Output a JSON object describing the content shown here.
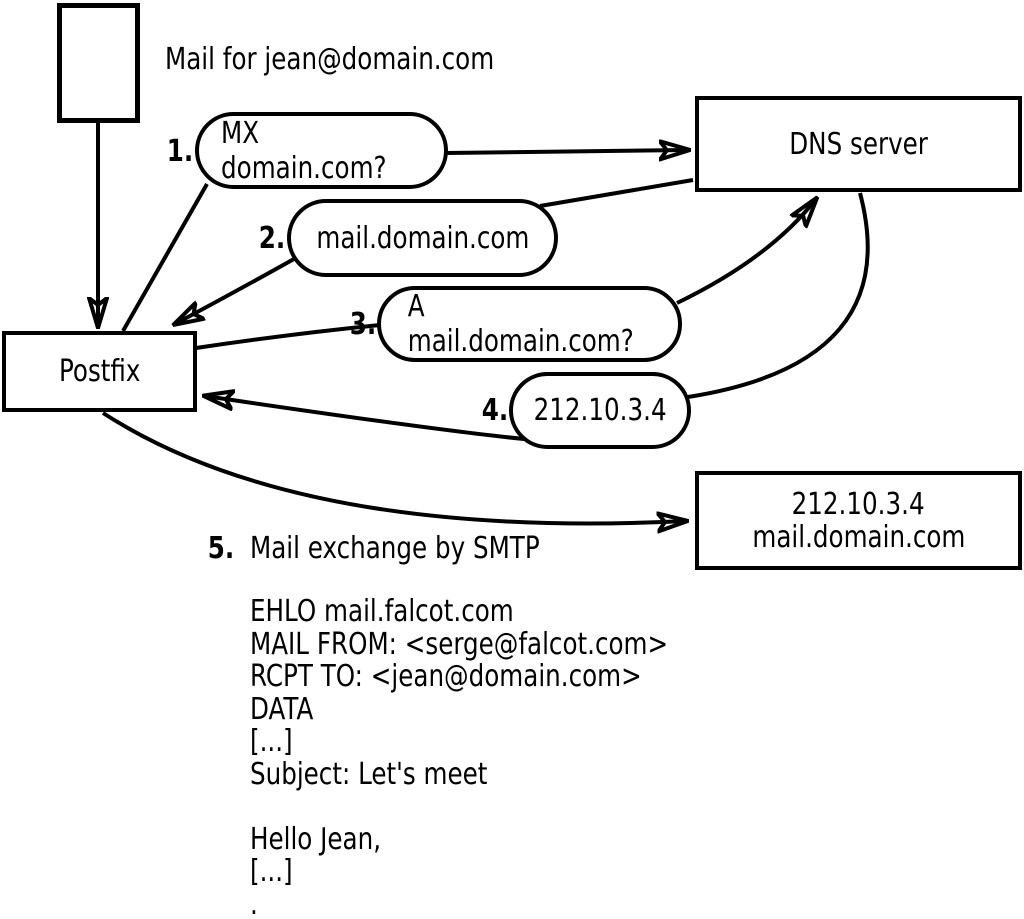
{
  "colors": {
    "ink": "#000000",
    "paper": "#ffffff"
  },
  "diagram": {
    "note": "Mail for jean@domain.com",
    "nodes": {
      "postfix": "Postfix",
      "dns_server": "DNS server",
      "mail_server_ip": "212.10.3.4",
      "mail_server_host": "mail.domain.com"
    },
    "steps": [
      {
        "num": "1.",
        "label": "MX domain.com?"
      },
      {
        "num": "2.",
        "label": "mail.domain.com"
      },
      {
        "num": "3.",
        "label": "A mail.domain.com?"
      },
      {
        "num": "4.",
        "label": "212.10.3.4"
      },
      {
        "num": "5.",
        "label": "Mail exchange by SMTP"
      }
    ],
    "smtp": {
      "lines": [
        "EHLO mail.falcot.com",
        "MAIL FROM: <serge@falcot.com>",
        "RCPT TO: <jean@domain.com>",
        "DATA",
        "[...]",
        "Subject: Let's meet",
        "",
        "Hello Jean,",
        "[...]",
        "."
      ]
    }
  }
}
